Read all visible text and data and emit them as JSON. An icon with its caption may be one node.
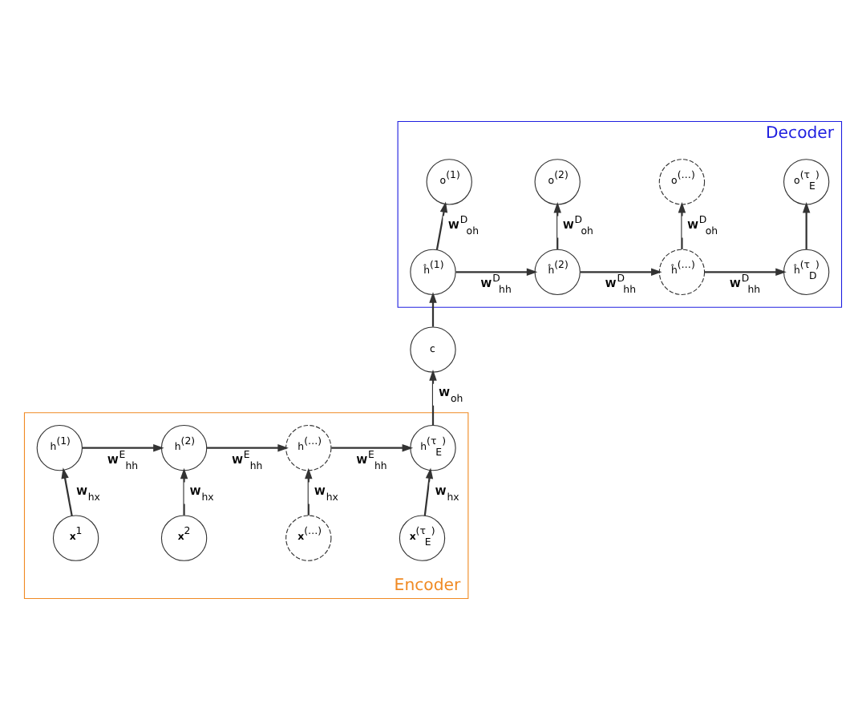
{
  "diagram": {
    "nodes": [
      {
        "text": [
          "Decoder"
        ]
      },
      {
        "text": [
          "o$^{(τ}$$_{E}$$^{)}$"
        ],
        "in": 0
      },
      {
        "text": [
          "o$^{(…)}$"
        ],
        "in": 0
      },
      {
        "text": [
          "o$^{(2)}$"
        ],
        "in": 0
      },
      {
        "text": [
          "o$^{(1)}$"
        ],
        "in": 0
      },
      {
        "text": [
          "ĥ$^{(τ}$$_{D}$$^{)}$"
        ],
        "in": 0
      },
      {
        "text": [
          "ĥ$^{(…)}$"
        ],
        "in": 0
      },
      {
        "text": [
          "ĥ$^{(2)}$"
        ],
        "in": 0
      },
      {
        "text": [
          "ĥ$^{(1)}$"
        ],
        "in": 0
      },
      {
        "text": [
          "c"
        ]
      },
      {
        "text": [
          "Encoder"
        ]
      },
      {
        "text": [
          "h$^{(1)}$"
        ],
        "in": 10
      },
      {
        "text": [
          "h$^{(2)}$"
        ],
        "in": 10
      },
      {
        "text": [
          "h$^{(…)}$"
        ],
        "in": 10
      },
      {
        "text": [
          "h$^{(τ}$$_{E}$$^{)}$"
        ],
        "in": 10
      },
      {
        "text": [
          "**x**$^{1}$"
        ],
        "in": 10
      },
      {
        "text": [
          "**x**$^{2}$"
        ],
        "in": 10
      },
      {
        "text": [
          "**x**$^{(…)}$"
        ],
        "in": 10
      },
      {
        "text": [
          "**x**$^{(τ}$$_{E}$$^{)}$"
        ],
        "in": 10
      }
    ],
    "edges": [
      {
        "from": 5,
        "to": 1,
        "arrow": "to"
      },
      {
        "from": 6,
        "to": 2,
        "arrow": "to",
        "label": "**W**$^{D}$$_{oh}$"
      },
      {
        "from": 7,
        "to": 3,
        "arrow": "to",
        "label": "**W**$^{D}$$_{oh}$"
      },
      {
        "from": 8,
        "to": 4,
        "arrow": "to",
        "label": "**W**$^{D}$$_{oh}$"
      },
      {
        "from": 6,
        "to": 5,
        "arrow": "to",
        "label": "**W**$^{D}$$_{hh}$"
      },
      {
        "from": 7,
        "to": 6,
        "arrow": "to",
        "label": "**W**$^{D}$$_{hh}$"
      },
      {
        "from": 8,
        "to": 7,
        "arrow": "to",
        "label": "**W**$^{D}$$_{hh}$"
      },
      {
        "from": 9,
        "to": 8,
        "arrow": "to"
      },
      {
        "from": 14,
        "to": 9,
        "arrow": "to",
        "label": "**W**$_{oh}$"
      },
      {
        "from": 11,
        "to": 12,
        "arrow": "to",
        "label": "**W**$^{E}$$_{hh}$"
      },
      {
        "from": 12,
        "to": 13,
        "arrow": "to",
        "label": "**W**$^{E}$$_{hh}$"
      },
      {
        "from": 13,
        "to": 14,
        "arrow": "to",
        "label": "**W**$^{E}$$_{hh}$"
      },
      {
        "from": 15,
        "to": 11,
        "arrow": "to",
        "label": "**W**$_{hx}$"
      },
      {
        "from": 16,
        "to": 12,
        "arrow": "to",
        "label": "**W**$_{hx}$"
      },
      {
        "from": 17,
        "to": 13,
        "arrow": "to",
        "label": "**W**$_{hx}$"
      },
      {
        "from": 18,
        "to": 14,
        "arrow": "to",
        "label": "**W**$_{hx}$"
      }
    ]
  }
}
